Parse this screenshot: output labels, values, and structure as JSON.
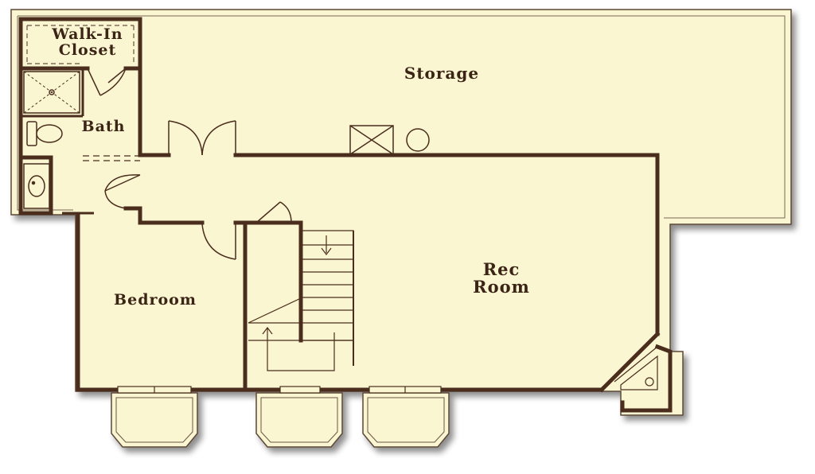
{
  "rooms": {
    "storage": "Storage",
    "walk_in_closet_line1": "Walk-In",
    "walk_in_closet_line2": "Closet",
    "bath": "Bath",
    "bedroom": "Bedroom",
    "rec_room_line1": "Rec",
    "rec_room_line2": "Room"
  },
  "colors": {
    "floor": "#fbf6d2",
    "wall": "#4a2d1c",
    "line": "#6b5443",
    "shadow": "#b9b4a4"
  }
}
